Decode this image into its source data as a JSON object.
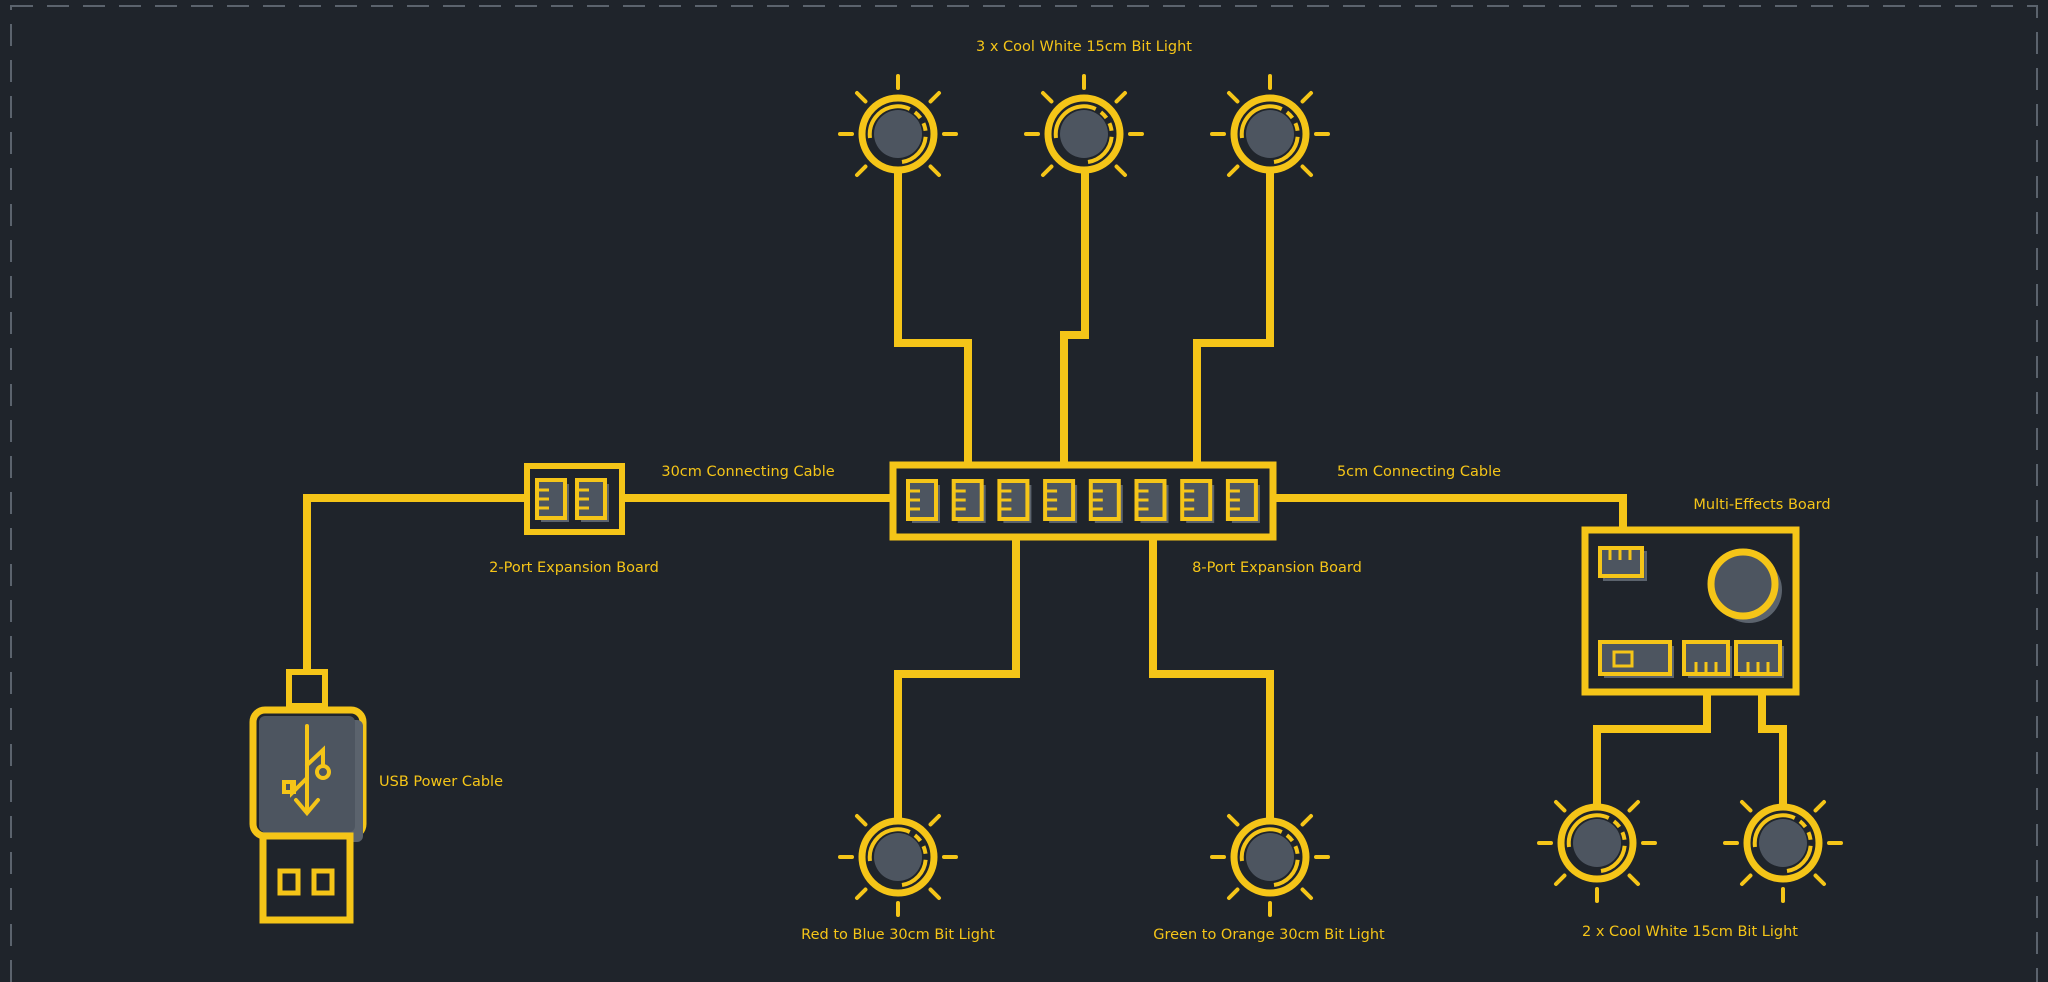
{
  "colors": {
    "background": "#1f242b",
    "accent": "#f5c518",
    "fill": "#4d5560",
    "border": "#5b636d"
  },
  "labels": {
    "top_lights": "3 x Cool White 15cm Bit Light",
    "cable_30cm": "30cm Connecting Cable",
    "cable_5cm": "5cm Connecting Cable",
    "two_port_board": "2-Port Expansion Board",
    "eight_port_board": "8-Port Expansion Board",
    "multi_effects_board": "Multi-Effects Board",
    "usb_cable": "USB Power Cable",
    "red_blue_light": "Red to Blue 30cm Bit Light",
    "green_orange_light": "Green to Orange 30cm Bit Light",
    "bottom_right_lights": "2 x Cool White 15cm Bit Light"
  },
  "icons": {
    "usb": "usb-symbol-icon",
    "light": "sun-bulb-icon"
  }
}
